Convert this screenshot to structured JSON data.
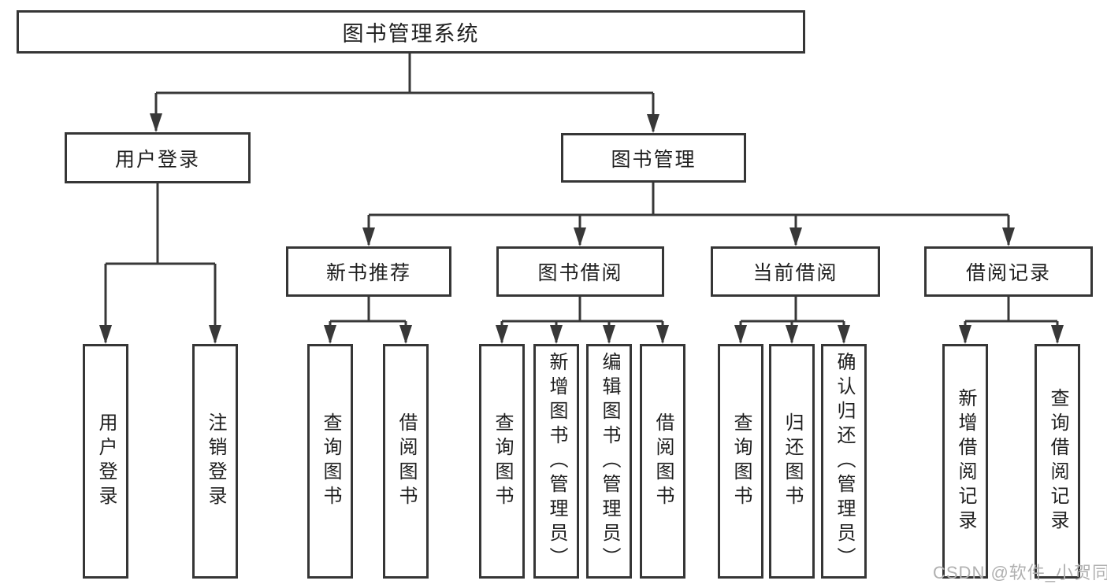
{
  "title": "图书管理系统",
  "level1": {
    "user_login": "用户登录",
    "book_mgmt": "图书管理"
  },
  "level2": {
    "new_book": "新书推荐",
    "book_borrow": "图书借阅",
    "current_borrow": "当前借阅",
    "borrow_records": "借阅记录"
  },
  "leaves": {
    "user_login": [
      "用户登录",
      "注销登录"
    ],
    "new_book": [
      "查询图书",
      "借阅图书"
    ],
    "book_borrow": [
      "查询图书",
      "新增图书（管理员）",
      "编辑图书（管理员）",
      "借阅图书"
    ],
    "current_borrow": [
      "查询图书",
      "归还图书",
      "确认归还（管理员）"
    ],
    "borrow_records": [
      "新增借阅记录",
      "查询借阅记录"
    ]
  },
  "watermark": "CSDN @软件_小贺同学",
  "colors": {
    "line": "#383838",
    "text": "#1f1f1f",
    "box_background": "#ffffff",
    "watermark": "#b0b0b0",
    "background": "#ffffff"
  }
}
